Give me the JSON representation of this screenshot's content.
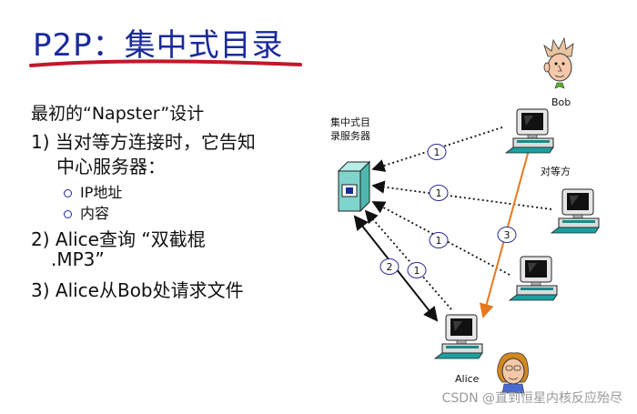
{
  "slide": {
    "title": "P2P：集中式目录",
    "title_color": "#1a2a9a",
    "underline_color": "#c0182a",
    "intro": "最初的“Napster”设计",
    "items": [
      {
        "line1": "1) 当对等方连接时，它告知",
        "line2": "中心服务器：",
        "subitems": [
          "IP地址",
          "内容"
        ]
      },
      {
        "line1": "2) Alice查询 “双截棍",
        "line2": ".MP3”"
      },
      {
        "line1": "3) Alice从Bob处请求文件"
      }
    ]
  },
  "diagram": {
    "server_label_line1": "集中式目",
    "server_label_line2": "录服务器",
    "peer_label": "对等方",
    "bob_label": "Bob",
    "alice_label": "Alice",
    "step_labels": [
      "1",
      "1",
      "1",
      "1",
      "2",
      "3"
    ],
    "icons": [
      "server-icon",
      "computer-icon",
      "person-face-icon"
    ],
    "colors": {
      "dotted_arrow": "#111111",
      "query_arrow": "#111111",
      "file_arrow": "#e87820",
      "circle_stroke": "#2a2a9a",
      "server_fill": "#7fd4cc"
    }
  },
  "watermark": "CSDN @直到恒星内核反应殆尽"
}
